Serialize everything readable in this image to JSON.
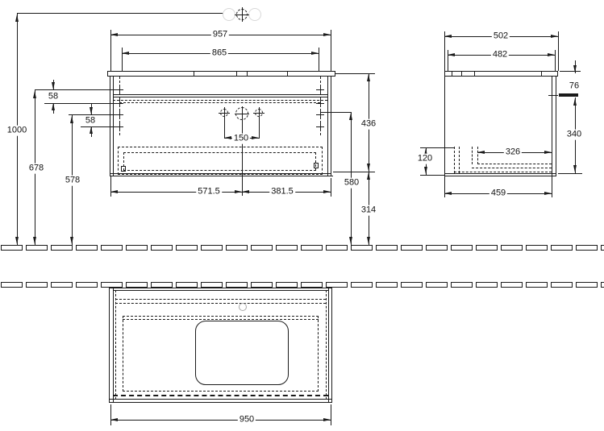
{
  "drawing": {
    "front_view": {
      "overall_width": "957",
      "inner_width": "865",
      "hole_offset_top": "58",
      "hole_offset_mid": "58",
      "tap_hole_spacing": "150",
      "center_from_left": "571.5",
      "center_from_right": "381.5",
      "height_tap": "1000",
      "height_upper_holes": "678",
      "height_lower_holes": "578",
      "unit_height": "436",
      "height_rim": "580",
      "clearance_below": "314"
    },
    "side_view": {
      "overall_depth": "502",
      "worktop_depth": "482",
      "apron_height": "76",
      "front_height": "340",
      "recess_height": "120",
      "recess_depth": "326",
      "carcass_depth": "459"
    },
    "plan_view": {
      "cabinet_width": "950"
    }
  }
}
